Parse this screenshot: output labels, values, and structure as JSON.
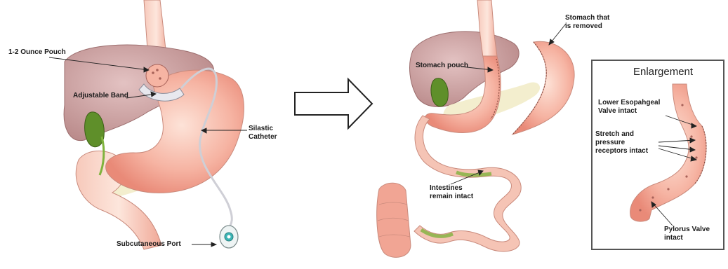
{
  "left_panel": {
    "labels": {
      "pouch": "1-2 Ounce Pouch",
      "band": "Adjustable Band",
      "catheter_line1": "Silastic",
      "catheter_line2": "Catheter",
      "port": "Subcutaneous Port"
    }
  },
  "arrow": {
    "direction": "right"
  },
  "right_panel": {
    "labels": {
      "removed_line1": "Stomach that",
      "removed_line2": "is removed",
      "stomach_pouch": "Stomach pouch",
      "intestines_line1": "Intestines",
      "intestines_line2": "remain intact"
    }
  },
  "enlargement": {
    "title": "Enlargement",
    "labels": {
      "lower_line1": "Lower Esopahgeal",
      "lower_line2": "Valve intact",
      "stretch_line1": "Stretch and",
      "stretch_line2": "pressure",
      "stretch_line3": "receptors intact",
      "pylorus_line1": "Pylorus Valve",
      "pylorus_line2": "intact"
    }
  },
  "colors": {
    "liver": "#cfa5a5",
    "stomach": "#f1a594",
    "stomach_light": "#fbd9cc",
    "intestine": "#f5c4b5",
    "green": "#7fb33d",
    "pancreas": "#f2ecc9",
    "outline": "#333333"
  }
}
